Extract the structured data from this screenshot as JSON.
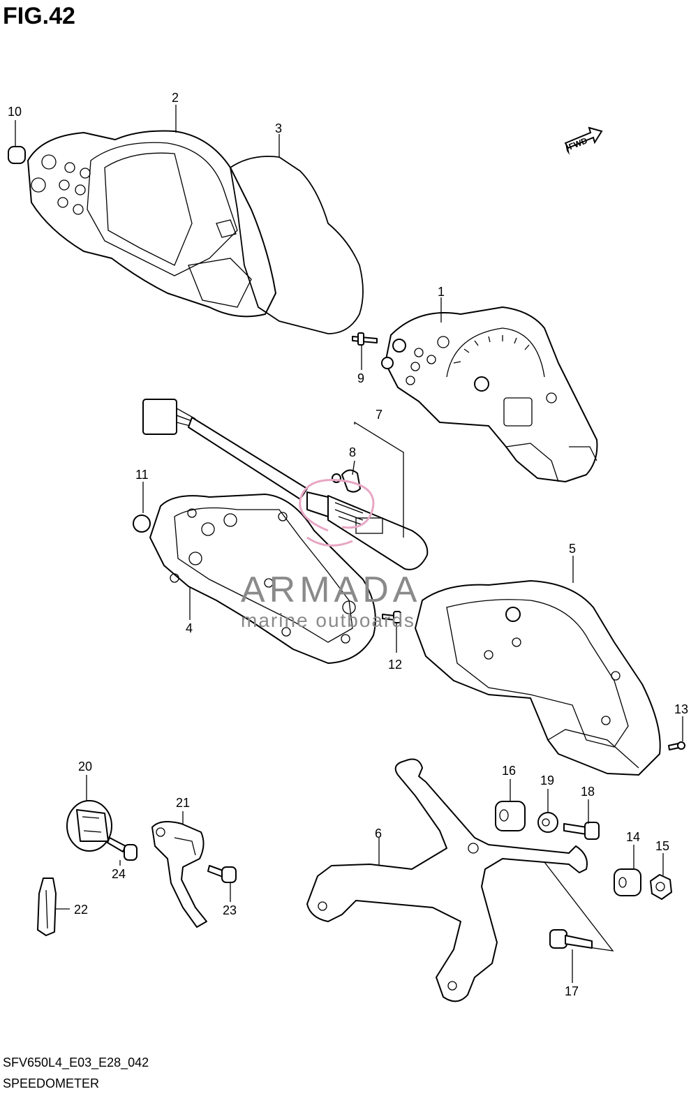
{
  "figure": {
    "title": "FIG.42",
    "code": "SFV650L4_E03_E28_042",
    "name": "SPEEDOMETER"
  },
  "direction_badge": "FWD",
  "watermark": {
    "brand": "ARMADA",
    "tagline": "marine outboards",
    "color": "#e8a6c4"
  },
  "callouts": [
    {
      "id": "1",
      "label": "1"
    },
    {
      "id": "2",
      "label": "2"
    },
    {
      "id": "3",
      "label": "3"
    },
    {
      "id": "4",
      "label": "4"
    },
    {
      "id": "5",
      "label": "5"
    },
    {
      "id": "6",
      "label": "6"
    },
    {
      "id": "7",
      "label": "7"
    },
    {
      "id": "8",
      "label": "8"
    },
    {
      "id": "9",
      "label": "9"
    },
    {
      "id": "10",
      "label": "10"
    },
    {
      "id": "11",
      "label": "11"
    },
    {
      "id": "12",
      "label": "12"
    },
    {
      "id": "13",
      "label": "13"
    },
    {
      "id": "14",
      "label": "14"
    },
    {
      "id": "15",
      "label": "15"
    },
    {
      "id": "16",
      "label": "16"
    },
    {
      "id": "17",
      "label": "17"
    },
    {
      "id": "18",
      "label": "18"
    },
    {
      "id": "19",
      "label": "19"
    },
    {
      "id": "20",
      "label": "20"
    },
    {
      "id": "21",
      "label": "21"
    },
    {
      "id": "22",
      "label": "22"
    },
    {
      "id": "23",
      "label": "23"
    },
    {
      "id": "24",
      "label": "24"
    }
  ]
}
